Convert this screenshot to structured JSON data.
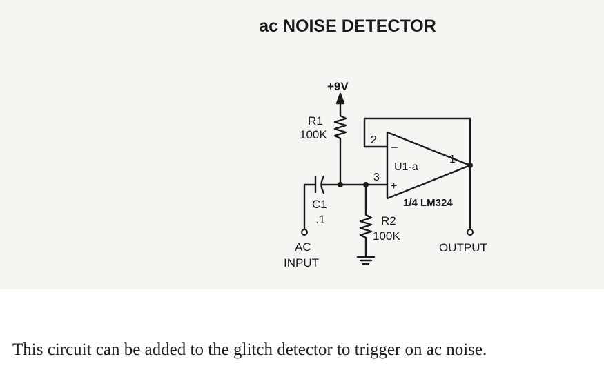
{
  "title": "ac NOISE DETECTOR",
  "caption": "This circuit can be added to the glitch detector to trigger on ac noise.",
  "colors": {
    "panel": "#f5f5f2",
    "ink": "#1a1a1a",
    "background": "#ffffff"
  },
  "components": {
    "supply": "+9V",
    "r1": {
      "name": "R1",
      "value": "100K"
    },
    "r2": {
      "name": "R2",
      "value": "100K"
    },
    "c1": {
      "name": "C1",
      "value": ".1"
    },
    "opamp": {
      "name": "U1-a",
      "part": "1/4 LM324",
      "minus": "−",
      "plus": "+"
    },
    "pins": {
      "inverting": "2",
      "noninverting": "3",
      "output": "1"
    },
    "input_label": [
      "AC",
      "INPUT"
    ],
    "output_label": "OUTPUT"
  }
}
